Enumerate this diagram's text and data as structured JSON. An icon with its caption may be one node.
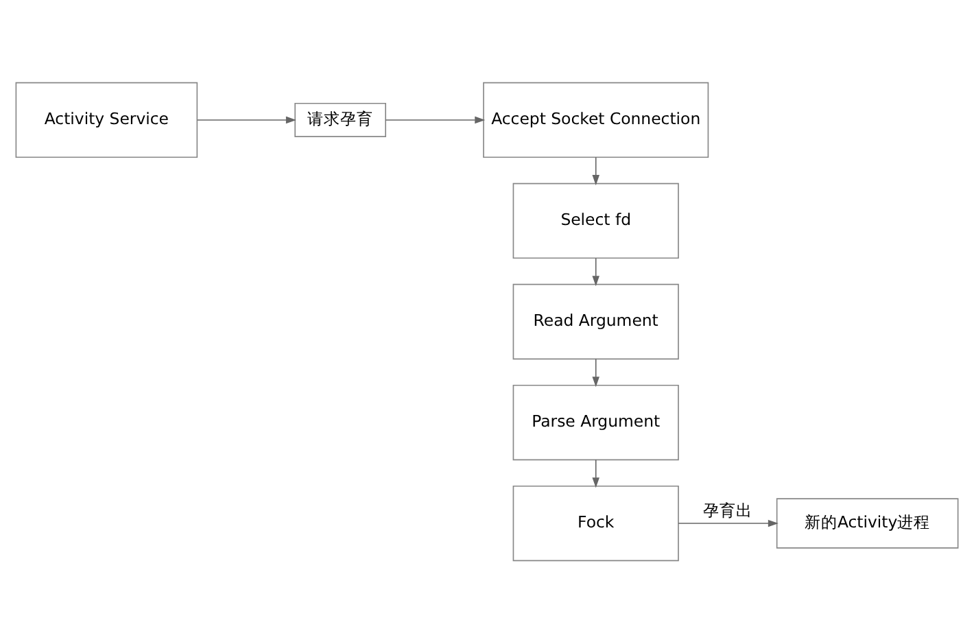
{
  "diagram": {
    "nodes": [
      {
        "text": [
          "Activity Service"
        ]
      },
      {
        "text": [
          "请求孕育"
        ]
      },
      {
        "text": [
          "Accept Socket Connection"
        ]
      },
      {
        "text": [
          "Select fd"
        ]
      },
      {
        "text": [
          "Read Argument"
        ]
      },
      {
        "text": [
          "Parse Argument"
        ]
      },
      {
        "text": [
          "Fock"
        ]
      },
      {
        "text": [
          "新的Activity进程"
        ]
      }
    ],
    "edges": [
      {
        "from": 0,
        "to": 1,
        "arrow": "to"
      },
      {
        "from": 1,
        "to": 2,
        "arrow": "to"
      },
      {
        "from": 2,
        "to": 3,
        "arrow": "to"
      },
      {
        "from": 3,
        "to": 4,
        "arrow": "to"
      },
      {
        "from": 4,
        "to": 5,
        "arrow": "to"
      },
      {
        "from": 5,
        "to": 6,
        "arrow": "to"
      },
      {
        "from": 6,
        "to": 7,
        "arrow": "to",
        "label": "孕育出"
      }
    ]
  }
}
